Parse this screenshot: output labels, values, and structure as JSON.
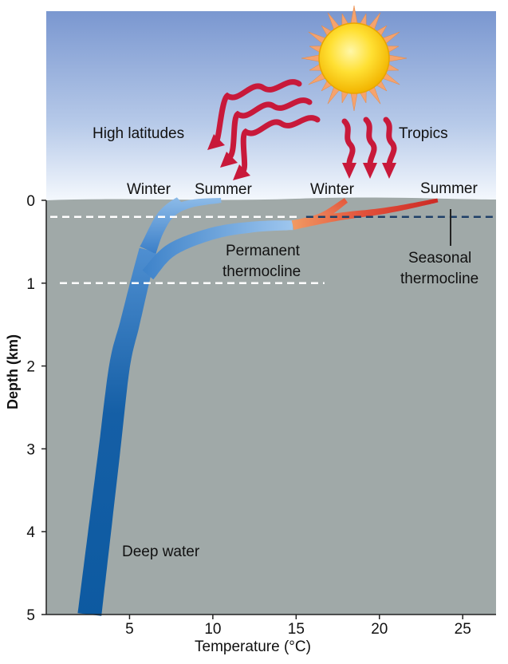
{
  "chart_data": {
    "type": "line",
    "xlabel": "Temperature (°C)",
    "ylabel": "Depth (km)",
    "xlim": [
      0,
      27
    ],
    "ylim": [
      0,
      5
    ],
    "y_inverted": true,
    "x_ticks": [
      5,
      10,
      15,
      20,
      25
    ],
    "y_ticks": [
      0,
      1,
      2,
      3,
      4,
      5
    ],
    "series": [
      {
        "name": "Deep water",
        "x": [
          2.6,
          3.2,
          3.8,
          4.4,
          5.0,
          5.6,
          6.1
        ],
        "y": [
          5,
          4,
          3,
          2,
          1.5,
          1,
          0.6
        ]
      },
      {
        "name": "Winter",
        "x": [
          6.1,
          7.0,
          8.0
        ],
        "y": [
          0.6,
          0.2,
          0
        ]
      },
      {
        "name": "Summer",
        "x": [
          6.1,
          7.2,
          8.5,
          10.5
        ],
        "y": [
          0.6,
          0.2,
          0.05,
          0
        ]
      },
      {
        "name": "Permanent thermocline",
        "x": [
          6.1,
          7.5,
          10.0,
          12.5,
          14.8
        ],
        "y": [
          0.9,
          0.6,
          0.4,
          0.32,
          0.3
        ]
      },
      {
        "name": "Winter",
        "x": [
          14.8,
          16.5,
          18.0
        ],
        "y": [
          0.3,
          0.2,
          0.0
        ]
      },
      {
        "name": "Summer",
        "x": [
          14.8,
          17.5,
          20.5,
          23.5
        ],
        "y": [
          0.3,
          0.2,
          0.12,
          0.0
        ]
      }
    ],
    "dashed_lines": [
      {
        "depth": 0.2
      },
      {
        "depth": 1.0
      }
    ],
    "annotations": {
      "high_latitudes": "High latitudes",
      "tropics": "Tropics",
      "winter_left": "Winter",
      "summer_left": "Summer",
      "winter_right": "Winter",
      "summer_right": "Summer",
      "permanent_1": "Permanent",
      "permanent_2": "thermocline",
      "seasonal_1": "Seasonal",
      "seasonal_2": "thermocline",
      "deep_water": "Deep water"
    },
    "colors": {
      "sky_top": "#7d9ad2",
      "sky_bottom": "#ffffff",
      "ocean": "#a0a9a8",
      "deep_blue": "#0c5a9e",
      "light_blue": "#6fa7de",
      "warm_red": "#d9362a",
      "warm_orange": "#f19a63",
      "arrow_red": "#c61a34",
      "sun": "#f7c600"
    }
  }
}
